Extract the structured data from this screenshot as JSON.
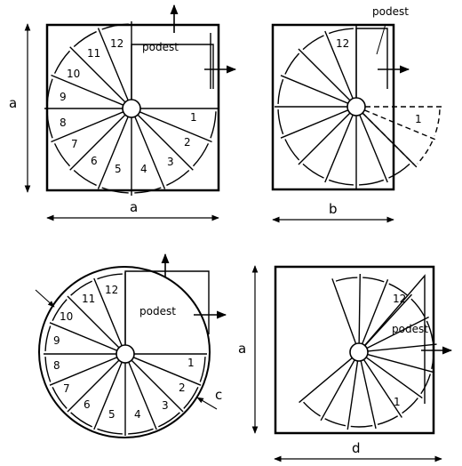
{
  "labels": {
    "a": "a",
    "b": "b",
    "c": "c",
    "d": "d",
    "podest": "podest"
  },
  "steps": {
    "s1": "1",
    "s2": "2",
    "s3": "3",
    "s4": "4",
    "s5": "5",
    "s6": "6",
    "s7": "7",
    "s8": "8",
    "s9": "9",
    "s10": "10",
    "s11": "11",
    "s12": "12"
  }
}
